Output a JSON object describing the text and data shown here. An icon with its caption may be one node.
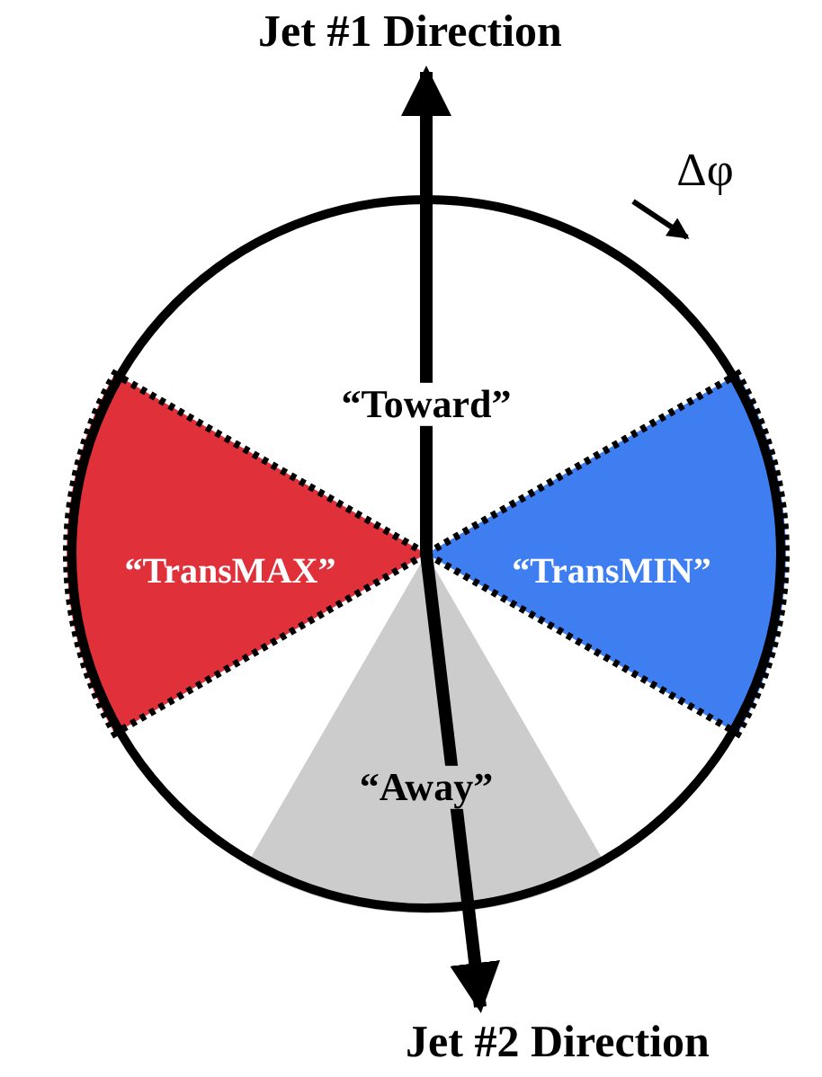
{
  "diagram": {
    "nodes": [
      {
        "text": [],
        "shape": "circle"
      },
      {
        "text": [
          "“Toward”"
        ],
        "in": 0
      },
      {
        "text": [
          "“TransMAX”"
        ],
        "in": 0
      },
      {
        "text": [
          "“TransMIN”"
        ],
        "in": 0
      },
      {
        "text": [
          "“Away”"
        ],
        "in": 0
      },
      {
        "text": [
          "Jet #1 Direction"
        ]
      },
      {
        "text": [
          "Jet #2 Direction"
        ]
      }
    ],
    "edges": [
      {
        "from": null,
        "to": 5,
        "arrow": "to"
      },
      {
        "from": null,
        "to": 6,
        "arrow": "to"
      }
    ],
    "labels": [
      "Δφ"
    ]
  }
}
